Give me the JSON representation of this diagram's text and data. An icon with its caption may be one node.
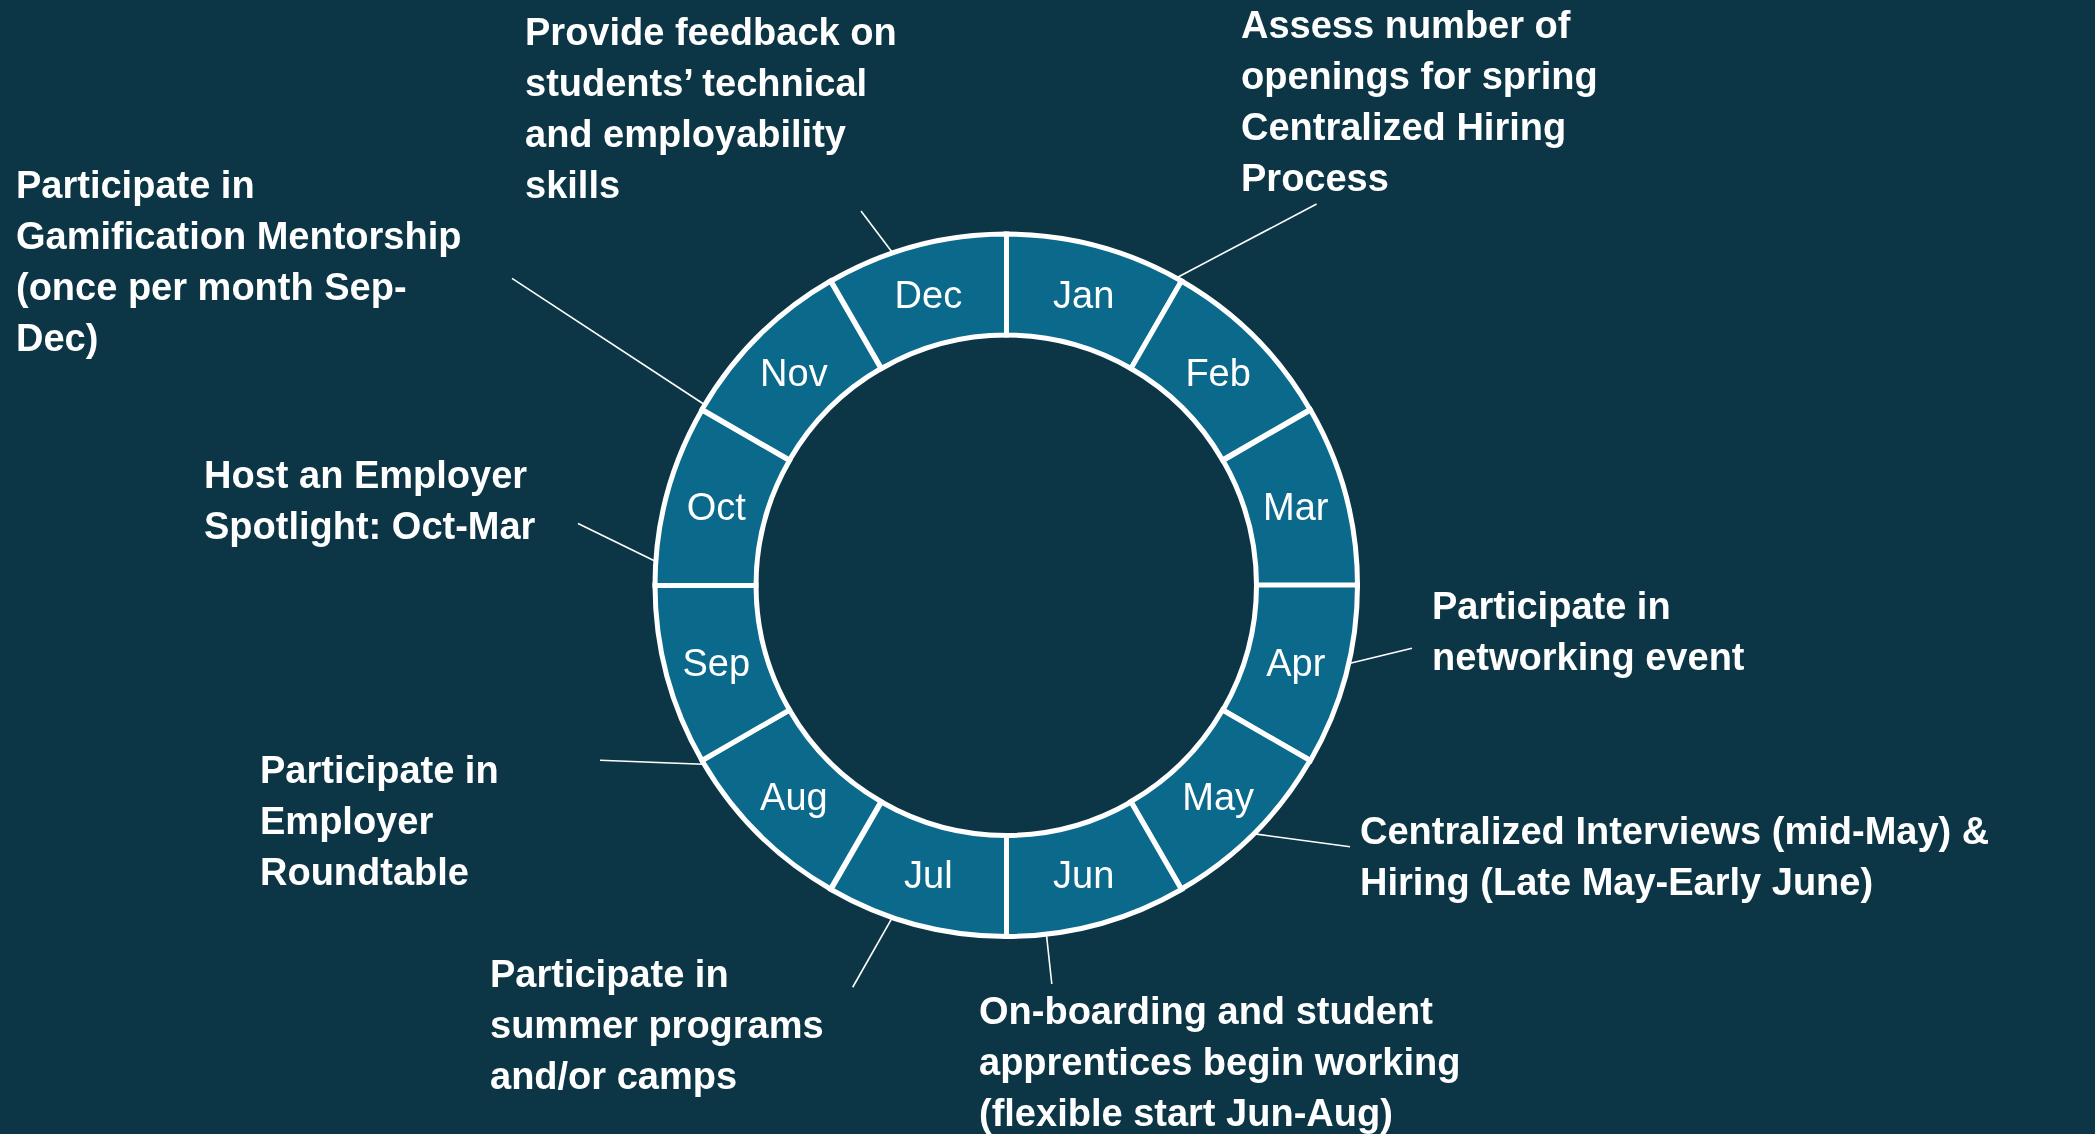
{
  "diagram": {
    "nodes": [
      {
        "text": [
          "Jan"
        ]
      },
      {
        "text": [
          "Feb"
        ]
      },
      {
        "text": [
          "Mar"
        ]
      },
      {
        "text": [
          "Apr"
        ]
      },
      {
        "text": [
          "May"
        ]
      },
      {
        "text": [
          "Jun"
        ]
      },
      {
        "text": [
          "Jul"
        ]
      },
      {
        "text": [
          "Aug"
        ]
      },
      {
        "text": [
          "Sep"
        ]
      },
      {
        "text": [
          "Oct"
        ]
      },
      {
        "text": [
          "Nov"
        ]
      },
      {
        "text": [
          "Dec"
        ]
      },
      {
        "text": [
          "Provide feedback on students’ technical and employability skills"
        ]
      },
      {
        "text": [
          "Assess number of openings for spring Centralized Hiring Process"
        ]
      },
      {
        "text": [
          "Participate in Gamification Mentorship (once per month Sep-Dec)"
        ]
      },
      {
        "text": [
          "Host an Employer Spotlight: Oct-Mar"
        ]
      },
      {
        "text": [
          "Participate in networking event"
        ]
      },
      {
        "text": [
          "Centralized Interviews (mid-May) & Hiring (Late May-Early June)"
        ]
      },
      {
        "text": [
          "On-boarding and student apprentices begin working (flexible start Jun-Aug)"
        ]
      },
      {
        "text": [
          "Participate in summer programs and/or camps"
        ]
      },
      {
        "text": [
          "Participate in Employer Roundtable"
        ]
      }
    ],
    "edges": [
      {
        "from": 12,
        "to": 11,
        "arrow": "none"
      },
      {
        "from": 13,
        "to": 0,
        "arrow": "none"
      },
      {
        "from": 14,
        "to": 10,
        "arrow": "none"
      },
      {
        "from": 15,
        "to": 9,
        "arrow": "none"
      },
      {
        "from": 16,
        "to": 3,
        "arrow": "none"
      },
      {
        "from": 17,
        "to": 4,
        "arrow": "none"
      },
      {
        "from": 18,
        "to": 5,
        "arrow": "none"
      },
      {
        "from": 19,
        "to": 6,
        "arrow": "none"
      },
      {
        "from": 20,
        "to": 7,
        "arrow": "none"
      }
    ]
  }
}
